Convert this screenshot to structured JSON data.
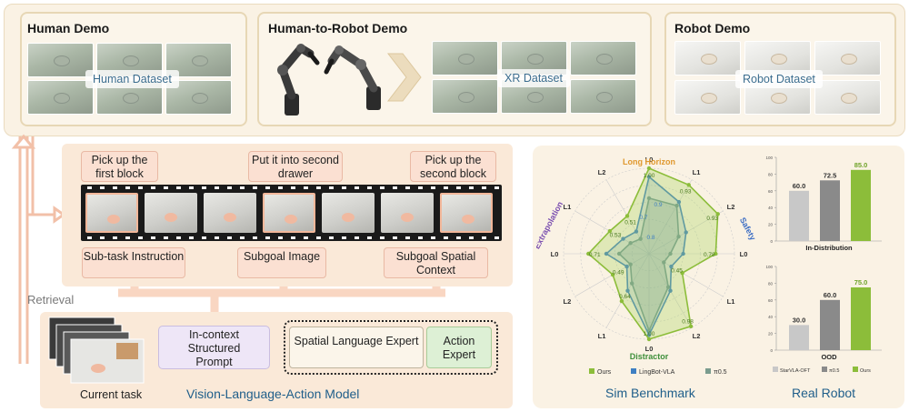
{
  "demos": {
    "human": {
      "title": "Human Demo",
      "dataset": "Human Dataset"
    },
    "h2r": {
      "title": "Human-to-Robot Demo",
      "dataset": "XR Dataset"
    },
    "robot": {
      "title": "Robot Demo",
      "dataset": "Robot Dataset"
    }
  },
  "pipeline": {
    "instructions": [
      "Pick up the first block",
      "Put it into second drawer",
      "Pick up the second block"
    ],
    "components": [
      "Sub-task Instruction",
      "Subgoal Image",
      "Subgoal Spatial Context"
    ],
    "retrieval": "Retrieval",
    "current_task": "Current task",
    "prompt": "In-context Structured Prompt",
    "spatial_expert": "Spatial Language Expert",
    "action_expert": "Action Expert",
    "model_name": "Vision-Language-Action Model"
  },
  "sim_benchmark": {
    "label": "Sim Benchmark",
    "chart_data": {
      "type": "radar",
      "axis_names": [
        "Long Horizon",
        "Safety",
        "Distractor",
        "Extrapolation"
      ],
      "spokes": [
        "L0",
        "L1",
        "L2",
        "L0",
        "L1",
        "L2",
        "L0",
        "L1",
        "L2",
        "L0",
        "L1",
        "L2"
      ],
      "series": [
        {
          "name": "Ours",
          "values": [
            1.0,
            0.93,
            0.93,
            0.78,
            0.45,
            0.98,
            1.0,
            0.64,
            0.49,
            0.71,
            0.53,
            0.51
          ]
        },
        {
          "name": "LingBot-VLA",
          "values": [
            0.9,
            0.7,
            0.5,
            0.4,
            0.3,
            0.5,
            0.95,
            0.5,
            0.3,
            0.5,
            0.35,
            0.3
          ]
        },
        {
          "name": "π0.5",
          "values": [
            0.65,
            0.65,
            0.4,
            0.25,
            0.2,
            0.45,
            0.9,
            0.4,
            0.25,
            0.35,
            0.25,
            0.2
          ]
        }
      ],
      "value_labels": [
        "1.00",
        "0.93",
        "0.93",
        "0.78",
        "0.45",
        "0.98",
        "1.00",
        "0.64",
        "0.49",
        "0.71",
        "0.53",
        "0.51"
      ],
      "inner_labels": [
        "0.9",
        "0.7",
        "0.8"
      ],
      "colors": [
        "#8cbd3a",
        "#3f7fc2",
        "#7a9c8e"
      ],
      "axis_colors": [
        "#e0982e",
        "#3d6ec4",
        "#3e8f3a",
        "#7b4fb0"
      ]
    }
  },
  "real_robot": {
    "label": "Real Robot",
    "chart_data": [
      {
        "type": "bar",
        "title": "In-Distribution",
        "categories": [
          "StarVLA-OFT",
          "π0.5",
          "Ours"
        ],
        "values": [
          60.0,
          72.5,
          85.0
        ],
        "labels": [
          "60.0",
          "72.5",
          "85.0"
        ],
        "ylim": [
          0,
          100
        ]
      },
      {
        "type": "bar",
        "title": "OOD",
        "categories": [
          "StarVLA-OFT",
          "π0.5",
          "Ours"
        ],
        "values": [
          30.0,
          60.0,
          75.0
        ],
        "labels": [
          "30.0",
          "60.0",
          "75.0"
        ],
        "ylim": [
          0,
          100
        ]
      }
    ],
    "legend": [
      "StarVLA-OFT",
      "π0.5",
      "Ours"
    ],
    "colors": [
      "#c8c8c8",
      "#8a8a8a",
      "#8cbd3a"
    ]
  }
}
